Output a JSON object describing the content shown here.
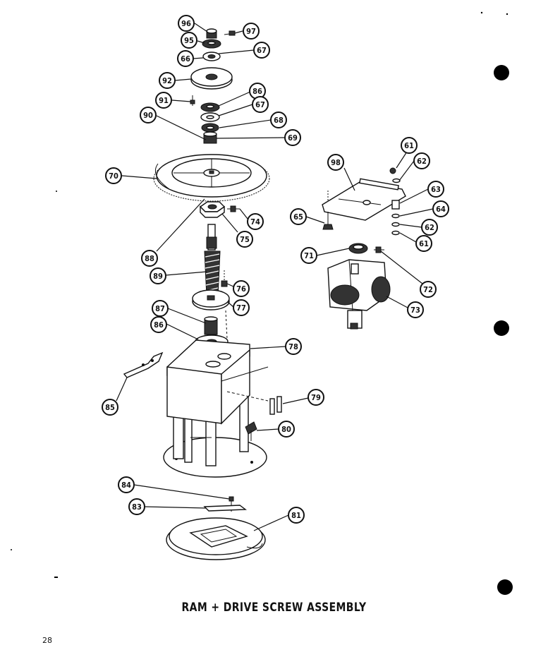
{
  "caption": "RAM + DRIVE SCREW ASSEMBLY",
  "page_number": "28",
  "callouts": [
    "96",
    "97",
    "95",
    "67",
    "66",
    "92",
    "86",
    "91",
    "67",
    "90",
    "68",
    "69",
    "70",
    "98",
    "61",
    "62",
    "63",
    "64",
    "65",
    "62",
    "61",
    "74",
    "75",
    "71",
    "88",
    "72",
    "89",
    "76",
    "73",
    "77",
    "87",
    "86",
    "78",
    "85",
    "79",
    "80",
    "84",
    "83",
    "81"
  ]
}
